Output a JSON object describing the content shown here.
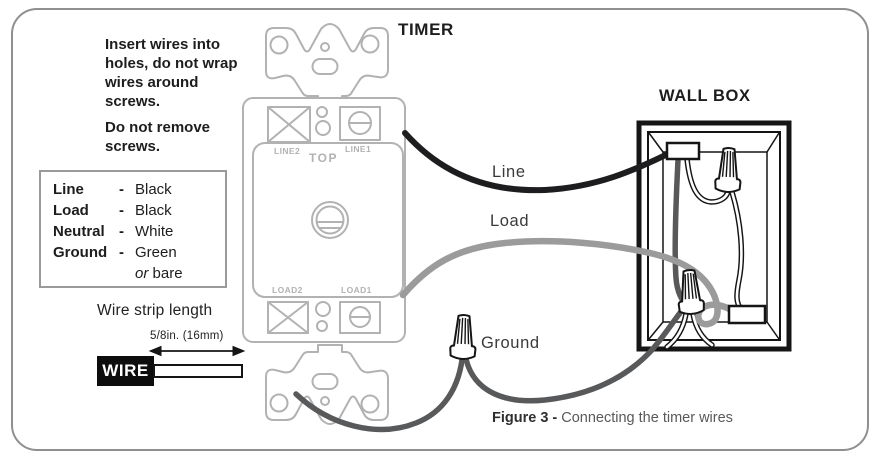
{
  "figure": {
    "timer_label": "TIMER",
    "wallbox_label": "WALL BOX",
    "caption_bold": "Figure 3 -",
    "caption_text": "Connecting the timer wires"
  },
  "instructions": {
    "para1": "Insert wires into holes, do not wrap wires around screws.",
    "para2": "Do not remove screws."
  },
  "legend": {
    "rows": [
      {
        "term": "Line",
        "dash": "-",
        "color": "Black"
      },
      {
        "term": "Load",
        "dash": "-",
        "color": "Black"
      },
      {
        "term": "Neutral",
        "dash": "-",
        "color": "White"
      },
      {
        "term": "Ground",
        "dash": "-",
        "color": "Green"
      }
    ],
    "ground_extra_italic": "or",
    "ground_extra": " bare"
  },
  "wire_strip": {
    "label": "Wire strip length",
    "measurement": "5/8in. (16mm)",
    "wire_label": "WIRE"
  },
  "device": {
    "top_left_terminal": "LINE2",
    "top_label": "TOP",
    "top_right_terminal": "LINE1",
    "bottom_left_terminal": "LOAD2",
    "bottom_right_terminal": "LOAD1"
  },
  "wires": {
    "line_label": "Line",
    "load_label": "Load",
    "ground_label": "Ground"
  },
  "colors": {
    "line_wire": "#1d1d1f",
    "load_wire": "#9b9b9b",
    "ground_wire": "#58595b",
    "neutral_wire": "#ffffff",
    "device_outline": "#b2b2b2",
    "frame_border": "#8f8f8f"
  }
}
